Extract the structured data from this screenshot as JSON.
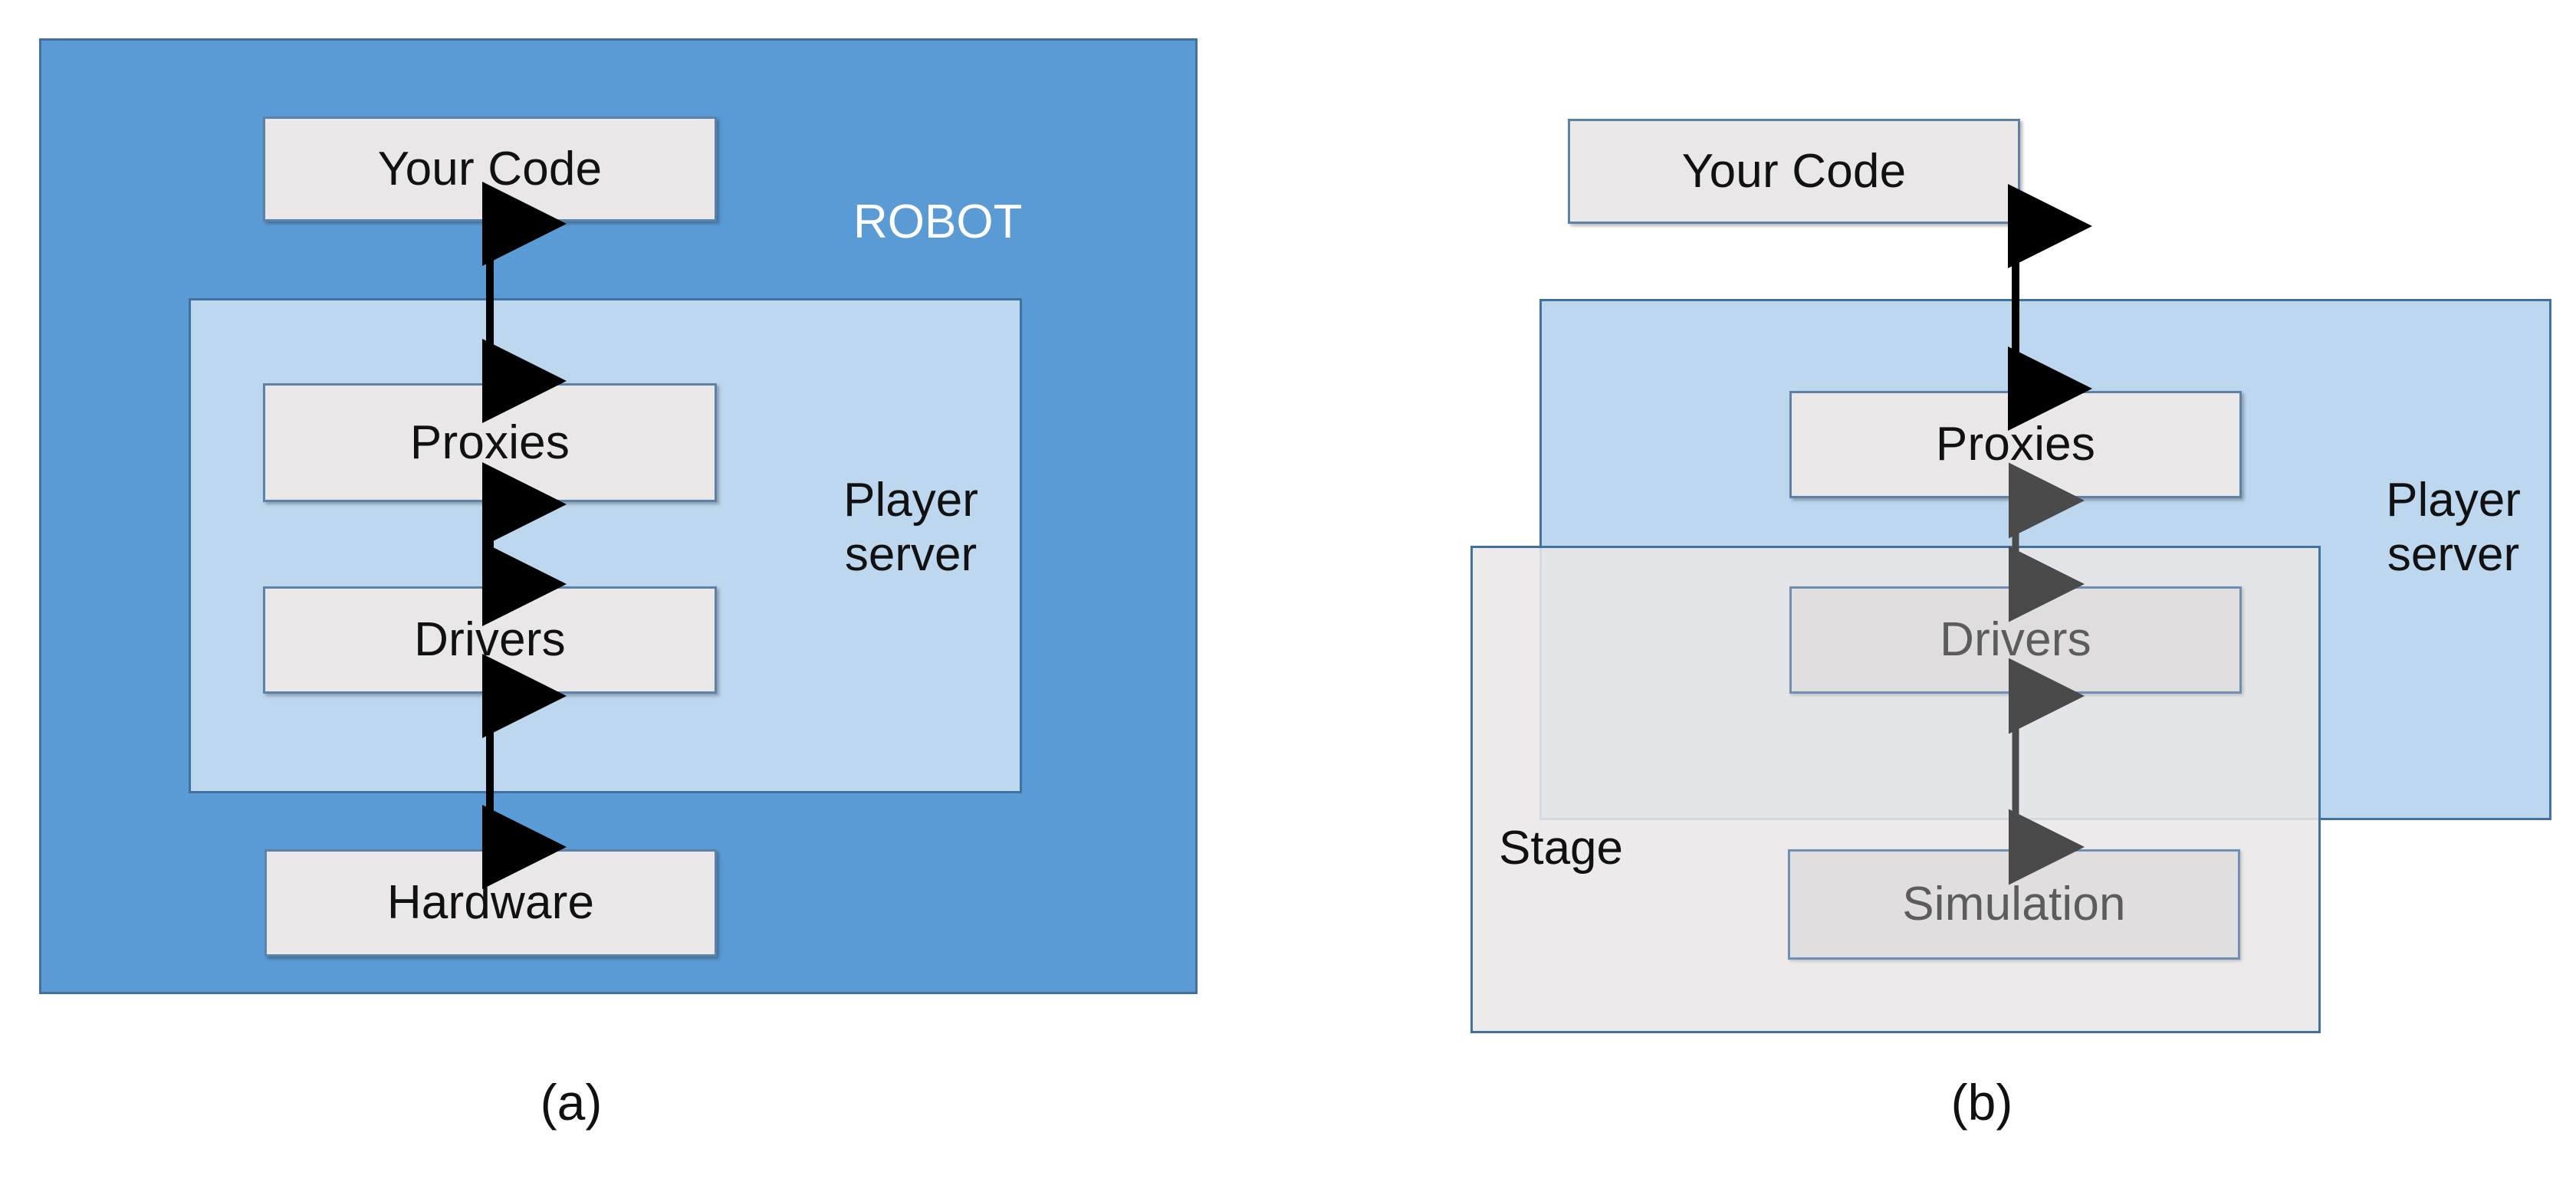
{
  "figure": {
    "panels": [
      {
        "id": "a",
        "caption": "(a)",
        "container_label": "ROBOT",
        "inner_label": "Player\nserver",
        "blocks": [
          {
            "name": "your-code",
            "label": "Your Code"
          },
          {
            "name": "proxies",
            "label": "Proxies"
          },
          {
            "name": "drivers",
            "label": "Drivers"
          },
          {
            "name": "hardware",
            "label": "Hardware"
          }
        ],
        "connections": [
          {
            "from": "Your Code",
            "to": "Proxies",
            "style": "double-headed"
          },
          {
            "from": "Proxies",
            "to": "Drivers",
            "style": "double-headed"
          },
          {
            "from": "Drivers",
            "to": "Hardware",
            "style": "double-headed"
          }
        ]
      },
      {
        "id": "b",
        "caption": "(b)",
        "container_label": "Player\nserver",
        "stage_label": "Stage",
        "blocks": [
          {
            "name": "your-code",
            "label": "Your Code"
          },
          {
            "name": "proxies",
            "label": "Proxies"
          },
          {
            "name": "drivers",
            "label": "Drivers"
          },
          {
            "name": "simulation",
            "label": "Simulation"
          }
        ],
        "connections": [
          {
            "from": "Your Code",
            "to": "Proxies",
            "style": "double-headed"
          },
          {
            "from": "Proxies",
            "to": "Drivers",
            "style": "double-headed"
          },
          {
            "from": "Drivers",
            "to": "Simulation",
            "style": "double-headed"
          }
        ]
      }
    ]
  },
  "colors": {
    "robot_fill": "#5B9BD5",
    "player_fill": "#BDD7EE",
    "stage_fill": "#E9E7E7",
    "component_fill": "#E9E7E7",
    "component_dim_fill": "#DEDCDC",
    "border": "#41719C",
    "component_border": "#5E81A8",
    "text": "#111111",
    "text_dim": "#5C5C5C",
    "text_on_robot": "#FFFFFF",
    "arrow": "#000000",
    "arrow_dim": "#4A4A4A",
    "page_background": "#FFFFFF"
  }
}
